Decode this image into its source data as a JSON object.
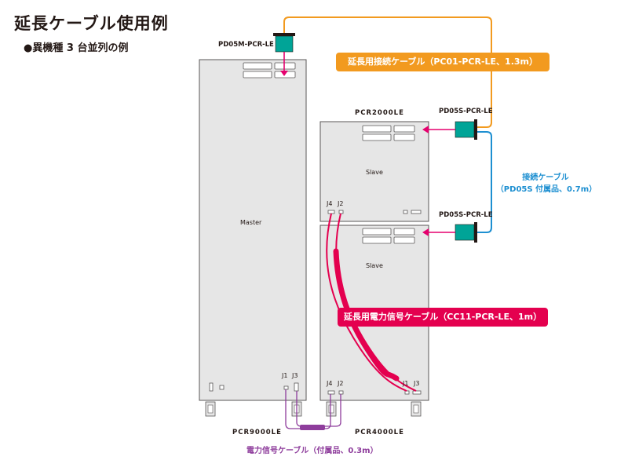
{
  "title": "延長ケーブル使用例",
  "subtitle": "●異機種 3 台並列の例",
  "units": {
    "master": {
      "model": "PCR9000LE",
      "role": "Master",
      "jacks": [
        "J1",
        "J3"
      ]
    },
    "slave_top": {
      "model": "PCR2000LE",
      "role": "Slave",
      "jacks": [
        "J4",
        "J2"
      ]
    },
    "slave_bottom": {
      "model": "PCR4000LE",
      "role": "Slave",
      "jacks_left": [
        "J4",
        "J2"
      ],
      "jacks_right": [
        "J1",
        "J3"
      ]
    }
  },
  "connectors": {
    "pd05m": "PD05M-PCR-LE",
    "pd05s_top": "PD05S-PCR-LE",
    "pd05s_bottom": "PD05S-PCR-LE"
  },
  "cables": {
    "extension_link": "延長用接続ケーブル（PC01-PCR-LE、1.3m）",
    "link_line1": "接続ケーブル",
    "link_line2": "（PD05S 付属品、0.7m）",
    "power_signal_ext": "延長用電力信号ケーブル（CC11-PCR-LE、1m）",
    "power_signal": "電力信号ケーブル（付属品、0.3m）"
  },
  "colors": {
    "orange": "#f29a1f",
    "magenta": "#e5006e",
    "crimson": "#e4004f",
    "blue": "#1d8fd1",
    "purple": "#8e3d9c",
    "teal": "#00a497",
    "cabinet": "#e6e6e6"
  }
}
